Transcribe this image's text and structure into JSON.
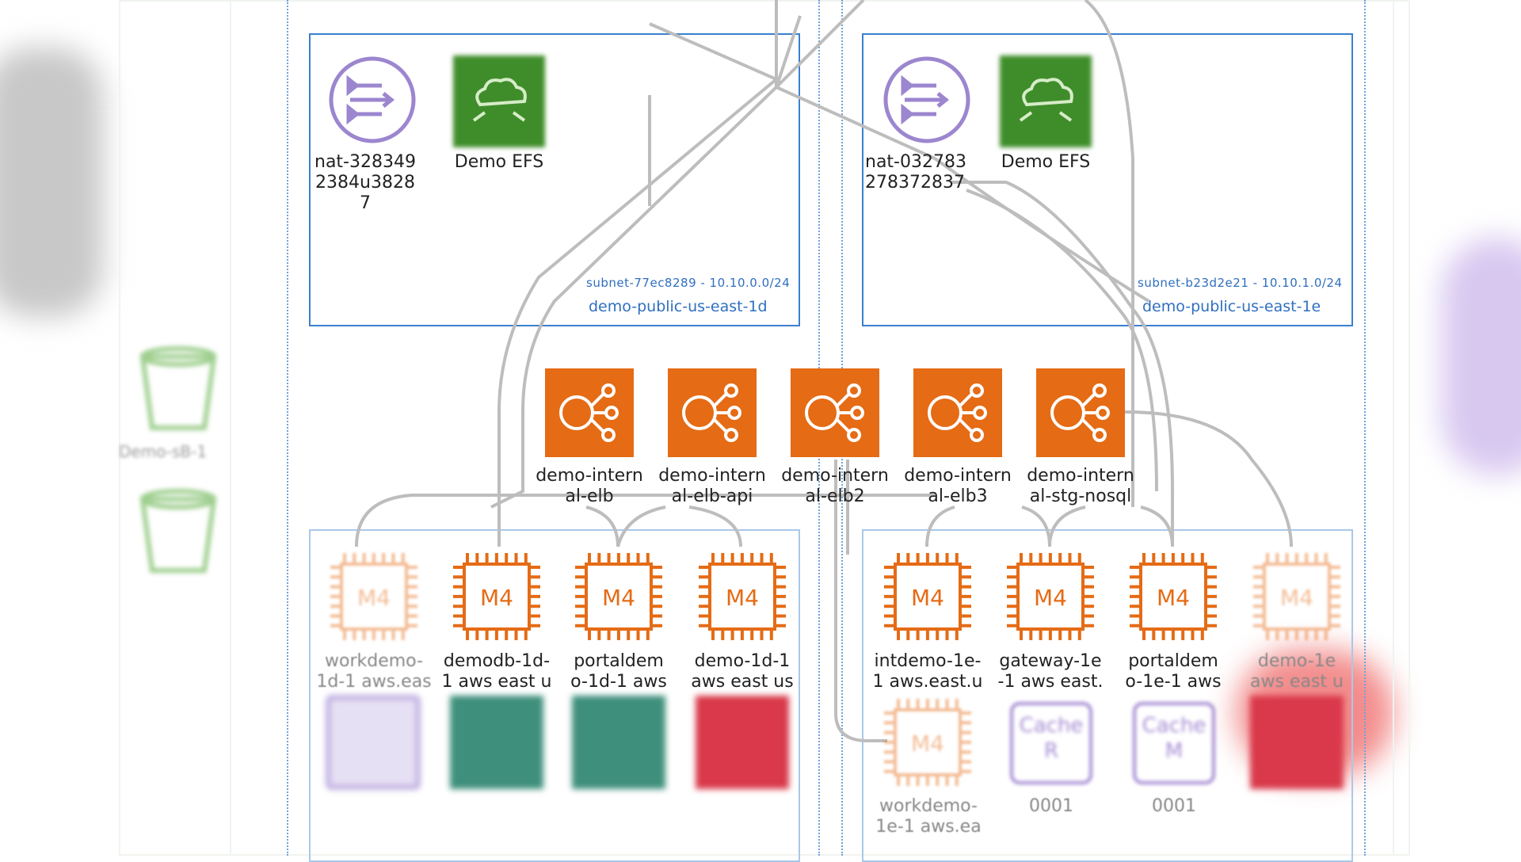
{
  "left_panel": {
    "buckets": [
      {
        "label": "Demo-sB-1"
      },
      {
        "label": ""
      }
    ]
  },
  "subnets": {
    "public_1d": {
      "id": "subnet-77ec8289 - 10.10.0.0/24",
      "name": "demo-public-us-east-1d"
    },
    "public_1e": {
      "id": "subnet-b23d2e21 - 10.10.1.0/24",
      "name": "demo-public-us-east-1e"
    }
  },
  "nat_gateways": [
    {
      "label": "nat-328349\n2384u3828\n7"
    },
    {
      "label": "nat-032783\n278372837"
    }
  ],
  "efs": [
    {
      "label": "Demo EFS"
    },
    {
      "label": "Demo EFS"
    }
  ],
  "load_balancers": [
    {
      "label": "demo-intern\nal-elb"
    },
    {
      "label": "demo-intern\nal-elb-api"
    },
    {
      "label": "demo-intern\nal-elb2"
    },
    {
      "label": "demo-intern\nal-elb3"
    },
    {
      "label": "demo-intern\nal-stg-nosql"
    }
  ],
  "instances_1d": [
    {
      "chip": "M4",
      "label": "workdemo-\n1d-1 aws.eas",
      "dim": true
    },
    {
      "chip": "M4",
      "label": "demodb-1d-\n1 aws east u",
      "dim": false
    },
    {
      "chip": "M4",
      "label": "portaldem\no-1d-1 aws",
      "dim": false
    },
    {
      "chip": "M4",
      "label": "demo-1d-1\naws east us",
      "dim": false
    }
  ],
  "instances_1e": [
    {
      "chip": "M4",
      "label": "intdemo-1e-\n1 aws.east.u",
      "dim": false
    },
    {
      "chip": "M4",
      "label": "gateway-1e\n-1 aws east.",
      "dim": false
    },
    {
      "chip": "M4",
      "label": "portaldem\no-1e-1 aws",
      "dim": false
    },
    {
      "chip": "M4",
      "label": "demo-1e\naws east u",
      "dim": true
    }
  ],
  "bottom_row": {
    "workdemo_1e": {
      "chip": "M4",
      "label": "workdemo-\n1e-1 aws.ea"
    },
    "cache_a": {
      "text": "Cache\nR",
      "label": "0001"
    },
    "cache_b": {
      "text": "Cache\nM",
      "label": "0001"
    }
  },
  "colors": {
    "subnet_border": "#3b7fd0",
    "elb_orange": "#e56b15",
    "efs_green": "#3f8d2a",
    "nat_purple": "#9c86cf",
    "connector_gray": "#b9b9b9"
  }
}
